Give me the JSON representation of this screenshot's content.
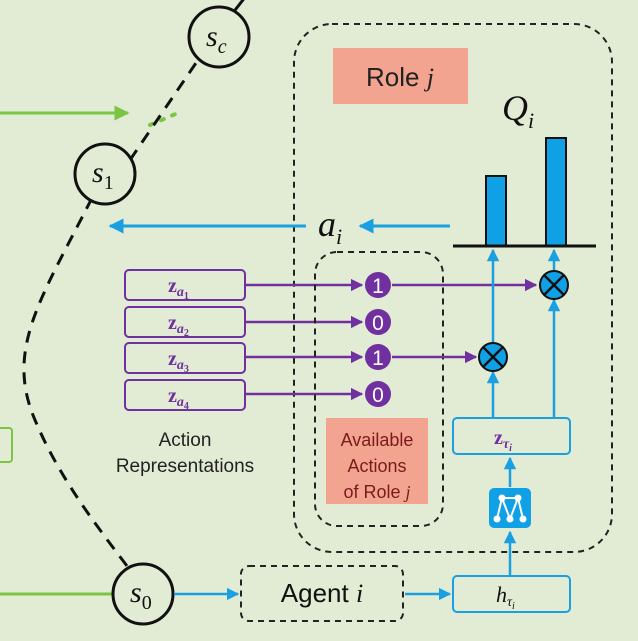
{
  "role": {
    "label": "Role ",
    "index": "j"
  },
  "q": {
    "base": "Q",
    "sub": "i"
  },
  "action": {
    "base": "a",
    "sub": "i"
  },
  "states": [
    {
      "base": "s",
      "sub": "c"
    },
    {
      "base": "s",
      "sub": "1"
    },
    {
      "base": "s",
      "sub": "0"
    }
  ],
  "action_reps": [
    {
      "base": "z",
      "sub": "a",
      "subsub": "1"
    },
    {
      "base": "z",
      "sub": "a",
      "subsub": "2"
    },
    {
      "base": "z",
      "sub": "a",
      "subsub": "3"
    },
    {
      "base": "z",
      "sub": "a",
      "subsub": "4"
    }
  ],
  "mask_values": [
    "1",
    "0",
    "1",
    "0"
  ],
  "action_rep_caption": [
    "Action",
    "Representations"
  ],
  "available_caption": {
    "line1": "Available",
    "line2": "Actions",
    "line3": "of Role ",
    "line3_var": "j"
  },
  "role_embedding": {
    "base": "z",
    "sub": "τ",
    "subsub": "i"
  },
  "trajectory": {
    "base": "h",
    "sub": "τ",
    "subsub": "i"
  },
  "agent": {
    "label": "Agent ",
    "var": "i"
  },
  "colors": {
    "background": "#e2ecd4",
    "purple": "#7030a0",
    "blue": "#1aa0e0",
    "green": "#7cc444",
    "role_label_bg": "#f2a490",
    "bar": "#10a0e6",
    "multiply_node": "#10a0e6"
  },
  "icons": [
    "multiply-icon",
    "network-icon"
  ]
}
